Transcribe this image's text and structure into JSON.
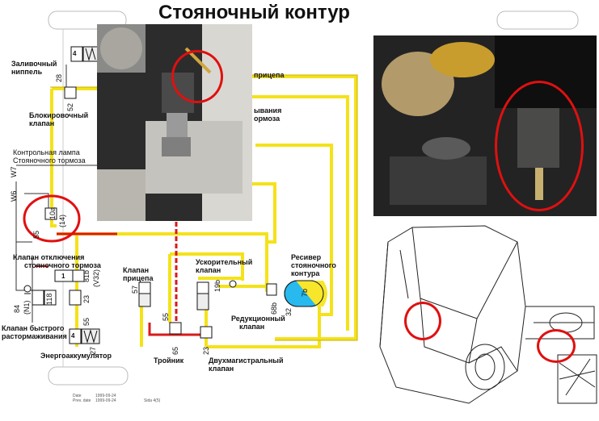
{
  "title": "Стояночный контур",
  "labels": {
    "fill_nipple_1": "Заливочный",
    "fill_nipple_2": "ниппель",
    "lock_valve_1": "Блокировочный",
    "lock_valve_2": "клапан",
    "lamp_1": "Контрольная лампа",
    "lamp_2": "Стояночного тормоза",
    "disconnect_1": "Клапан отключения",
    "disconnect_2": "стояночного тормоза",
    "quick_release_1": "Клапан быстрого",
    "quick_release_2": "растормаживания",
    "spring_acc": "Энергоаккумулятор",
    "trailer_valve_1": "Клапан",
    "trailer_valve_2": "прицепа",
    "accel_valve_1": "Ускорительный",
    "accel_valve_2": "клапан",
    "reduction_valve_1": "Редукционный",
    "reduction_valve_2": "клапан",
    "receiver_1": "Ресивер",
    "receiver_2": "стояночного",
    "receiver_3": "контура",
    "tee": "Тройник",
    "double_line_1": "Двухмагистральный",
    "double_line_2": "клапан",
    "trailer_top": "прицепа",
    "brake_frag_1": "ывания",
    "brake_frag_2": "ормоза"
  },
  "codes": {
    "c4_top": "4",
    "c28": "28",
    "c52": "52",
    "cW7": "W7",
    "cW6": "W6",
    "c10a": "10a",
    "c14": "(14)",
    "c55_left": "55",
    "c81b": "81b",
    "c23_left": "23",
    "cV32": "(V32)",
    "c1": "1",
    "c84": "84",
    "cN1": "(N1)",
    "c118": "118",
    "c55_bot": "55",
    "c4_bot": "4",
    "c27": "27",
    "c57": "57",
    "c55_mid": "55",
    "c65": "65",
    "c23_bot": "23",
    "c19b": "19b",
    "c68b": "68b",
    "c7b": "7b",
    "c32": "32"
  },
  "footer": {
    "date_label": "Date",
    "date_value": "1999-09-24",
    "prev_label": "Prev. date",
    "prev_value": "1999-09-24",
    "page": "Sida 4(5)"
  },
  "colors": {
    "yellow_line": "#f4e21a",
    "red_line": "#d81a1a",
    "circle": "#e01010",
    "receiver_blue": "#28b9ee",
    "receiver_yellow": "#f7e62a"
  }
}
